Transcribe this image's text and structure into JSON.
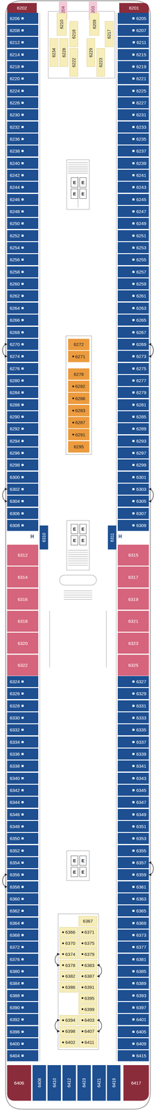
{
  "diagram": {
    "nodes": [
      {
        "text": [
          "6202"
        ]
      },
      {
        "text": [
          "6204"
        ]
      },
      {
        "text": [
          "6203"
        ]
      },
      {
        "text": [
          "6201"
        ]
      },
      {
        "text": [
          "6210"
        ]
      },
      {
        "text": [
          "6216"
        ]
      },
      {
        "text": [
          "6234"
        ]
      },
      {
        "text": [
          "6228"
        ]
      },
      {
        "text": [
          "6222"
        ]
      },
      {
        "text": [
          "6209"
        ]
      },
      {
        "text": [
          "6217"
        ]
      },
      {
        "text": [
          "6229"
        ]
      },
      {
        "text": [
          "6223"
        ]
      },
      {
        "text": [
          "6206"
        ]
      },
      {
        "text": [
          "6208"
        ]
      },
      {
        "text": [
          "6212"
        ]
      },
      {
        "text": [
          "6214"
        ]
      },
      {
        "text": [
          "6218"
        ]
      },
      {
        "text": [
          "6220"
        ]
      },
      {
        "text": [
          "6224"
        ]
      },
      {
        "text": [
          "6226"
        ]
      },
      {
        "text": [
          "6230"
        ]
      },
      {
        "text": [
          "6232"
        ]
      },
      {
        "text": [
          "6236"
        ]
      },
      {
        "text": [
          "6238"
        ]
      },
      {
        "text": [
          "6240"
        ]
      },
      {
        "text": [
          "6242"
        ]
      },
      {
        "text": [
          "6244"
        ]
      },
      {
        "text": [
          "6246"
        ]
      },
      {
        "text": [
          "6248"
        ]
      },
      {
        "text": [
          "6250"
        ]
      },
      {
        "text": [
          "6205"
        ]
      },
      {
        "text": [
          "6207"
        ]
      },
      {
        "text": [
          "6211"
        ]
      },
      {
        "text": [
          "6215"
        ]
      },
      {
        "text": [
          "6219"
        ]
      },
      {
        "text": [
          "6221"
        ]
      },
      {
        "text": [
          "6225"
        ]
      },
      {
        "text": [
          "6227"
        ]
      },
      {
        "text": [
          "6231"
        ]
      },
      {
        "text": [
          "6233"
        ]
      },
      {
        "text": [
          "6235"
        ]
      },
      {
        "text": [
          "6237"
        ]
      },
      {
        "text": [
          "6239"
        ]
      },
      {
        "text": [
          "6241"
        ]
      },
      {
        "text": [
          "6243"
        ]
      },
      {
        "text": [
          "6245"
        ]
      },
      {
        "text": [
          "6247"
        ]
      },
      {
        "text": [
          "6249"
        ]
      },
      {
        "text": [
          "E"
        ]
      },
      {
        "text": [
          "E"
        ]
      },
      {
        "text": [
          "E"
        ]
      },
      {
        "text": [
          "E"
        ]
      },
      {
        "text": [
          "6252"
        ]
      },
      {
        "text": [
          "6254"
        ]
      },
      {
        "text": [
          "6256"
        ]
      },
      {
        "text": [
          "6258"
        ]
      },
      {
        "text": [
          "6260"
        ]
      },
      {
        "text": [
          "6262"
        ]
      },
      {
        "text": [
          "6264"
        ]
      },
      {
        "text": [
          "6266"
        ]
      },
      {
        "text": [
          "6268"
        ]
      },
      {
        "text": [
          "6270"
        ]
      },
      {
        "text": [
          "6274"
        ]
      },
      {
        "text": [
          "6276"
        ]
      },
      {
        "text": [
          "6280"
        ]
      },
      {
        "text": [
          "6284"
        ]
      },
      {
        "text": [
          "6288"
        ]
      },
      {
        "text": [
          "6290"
        ]
      },
      {
        "text": [
          "6292"
        ]
      },
      {
        "text": [
          "6294"
        ]
      },
      {
        "text": [
          "6296"
        ]
      },
      {
        "text": [
          "6298"
        ]
      },
      {
        "text": [
          "6300"
        ]
      },
      {
        "text": [
          "6302"
        ]
      },
      {
        "text": [
          "6304"
        ]
      },
      {
        "text": [
          "6306"
        ]
      },
      {
        "text": [
          "6308"
        ]
      },
      {
        "text": [
          "6251"
        ]
      },
      {
        "text": [
          "6253"
        ]
      },
      {
        "text": [
          "6255"
        ]
      },
      {
        "text": [
          "6257"
        ]
      },
      {
        "text": [
          "6259"
        ]
      },
      {
        "text": [
          "6261"
        ]
      },
      {
        "text": [
          "6263"
        ]
      },
      {
        "text": [
          "6265"
        ]
      },
      {
        "text": [
          "6267"
        ]
      },
      {
        "text": [
          "6269"
        ]
      },
      {
        "text": [
          "6273"
        ]
      },
      {
        "text": [
          "6275"
        ]
      },
      {
        "text": [
          "6277"
        ]
      },
      {
        "text": [
          "6279"
        ]
      },
      {
        "text": [
          "6281"
        ]
      },
      {
        "text": [
          "6285"
        ]
      },
      {
        "text": [
          "6289"
        ]
      },
      {
        "text": [
          "6293"
        ]
      },
      {
        "text": [
          "6297"
        ]
      },
      {
        "text": [
          "6299"
        ]
      },
      {
        "text": [
          "6301"
        ]
      },
      {
        "text": [
          "6303"
        ]
      },
      {
        "text": [
          "6305"
        ]
      },
      {
        "text": [
          "6307"
        ]
      },
      {
        "text": [
          "6309"
        ]
      },
      {
        "text": [
          "6272"
        ]
      },
      {
        "text": [
          "6271"
        ]
      },
      {
        "text": [
          "6278"
        ]
      },
      {
        "text": [
          "6282"
        ]
      },
      {
        "text": [
          "6286"
        ]
      },
      {
        "text": [
          "6283"
        ]
      },
      {
        "text": [
          "6287"
        ]
      },
      {
        "text": [
          "6291"
        ]
      },
      {
        "text": [
          "6295"
        ]
      },
      {
        "text": [
          "6310"
        ]
      },
      {
        "text": [
          "6311"
        ]
      },
      {
        "text": [
          "E"
        ]
      },
      {
        "text": [
          "E"
        ]
      },
      {
        "text": [
          "E"
        ]
      },
      {
        "text": [
          "E"
        ]
      },
      {
        "text": [
          "6312"
        ]
      },
      {
        "text": [
          "6314"
        ]
      },
      {
        "text": [
          "6316"
        ]
      },
      {
        "text": [
          "6318"
        ]
      },
      {
        "text": [
          "6320"
        ]
      },
      {
        "text": [
          "6322"
        ]
      },
      {
        "text": [
          "6315"
        ]
      },
      {
        "text": [
          "6317"
        ]
      },
      {
        "text": [
          "6319"
        ]
      },
      {
        "text": [
          "6321"
        ]
      },
      {
        "text": [
          "6323"
        ]
      },
      {
        "text": [
          "6325"
        ]
      },
      {
        "text": [
          "6324"
        ]
      },
      {
        "text": [
          "6326"
        ]
      },
      {
        "text": [
          "6328"
        ]
      },
      {
        "text": [
          "6330"
        ]
      },
      {
        "text": [
          "6332"
        ]
      },
      {
        "text": [
          "6334"
        ]
      },
      {
        "text": [
          "6336"
        ]
      },
      {
        "text": [
          "6338"
        ]
      },
      {
        "text": [
          "6340"
        ]
      },
      {
        "text": [
          "6342"
        ]
      },
      {
        "text": [
          "6344"
        ]
      },
      {
        "text": [
          "6346"
        ]
      },
      {
        "text": [
          "6348"
        ]
      },
      {
        "text": [
          "6350"
        ]
      },
      {
        "text": [
          "6327"
        ]
      },
      {
        "text": [
          "6329"
        ]
      },
      {
        "text": [
          "6331"
        ]
      },
      {
        "text": [
          "6333"
        ]
      },
      {
        "text": [
          "6335"
        ]
      },
      {
        "text": [
          "6337"
        ]
      },
      {
        "text": [
          "6339"
        ]
      },
      {
        "text": [
          "6341"
        ]
      },
      {
        "text": [
          "6343"
        ]
      },
      {
        "text": [
          "6345"
        ]
      },
      {
        "text": [
          "6347"
        ]
      },
      {
        "text": [
          "6349"
        ]
      },
      {
        "text": [
          "6351"
        ]
      },
      {
        "text": [
          "6353"
        ]
      },
      {
        "text": [
          "E"
        ]
      },
      {
        "text": [
          "E"
        ]
      },
      {
        "text": [
          "E"
        ]
      },
      {
        "text": [
          "E"
        ]
      },
      {
        "text": [
          "6352"
        ]
      },
      {
        "text": [
          "6354"
        ]
      },
      {
        "text": [
          "6356"
        ]
      },
      {
        "text": [
          "6358"
        ]
      },
      {
        "text": [
          "6360"
        ]
      },
      {
        "text": [
          "6362"
        ]
      },
      {
        "text": [
          "6364"
        ]
      },
      {
        "text": [
          "6368"
        ]
      },
      {
        "text": [
          "6372"
        ]
      },
      {
        "text": [
          "6376"
        ]
      },
      {
        "text": [
          "6380"
        ]
      },
      {
        "text": [
          "6384"
        ]
      },
      {
        "text": [
          "6388"
        ]
      },
      {
        "text": [
          "6390"
        ]
      },
      {
        "text": [
          "6392"
        ]
      },
      {
        "text": [
          "6396"
        ]
      },
      {
        "text": [
          "6400"
        ]
      },
      {
        "text": [
          "6404"
        ]
      },
      {
        "text": [
          "6355"
        ]
      },
      {
        "text": [
          "6357"
        ]
      },
      {
        "text": [
          "6359"
        ]
      },
      {
        "text": [
          "6361"
        ]
      },
      {
        "text": [
          "6363"
        ]
      },
      {
        "text": [
          "6365"
        ]
      },
      {
        "text": [
          "6369"
        ]
      },
      {
        "text": [
          "6373"
        ]
      },
      {
        "text": [
          "6377"
        ]
      },
      {
        "text": [
          "6381"
        ]
      },
      {
        "text": [
          "6385"
        ]
      },
      {
        "text": [
          "6389"
        ]
      },
      {
        "text": [
          "6393"
        ]
      },
      {
        "text": [
          "6397"
        ]
      },
      {
        "text": [
          "6401"
        ]
      },
      {
        "text": [
          "6405"
        ]
      },
      {
        "text": [
          "6409"
        ]
      },
      {
        "text": [
          "6415"
        ]
      },
      {
        "text": [
          "6367"
        ]
      },
      {
        "text": [
          "6366"
        ]
      },
      {
        "text": [
          "6371"
        ]
      },
      {
        "text": [
          "6370"
        ]
      },
      {
        "text": [
          "6375"
        ]
      },
      {
        "text": [
          "6374"
        ]
      },
      {
        "text": [
          "6379"
        ]
      },
      {
        "text": [
          "6378"
        ]
      },
      {
        "text": [
          "6383"
        ]
      },
      {
        "text": [
          "6382"
        ]
      },
      {
        "text": [
          "6387"
        ]
      },
      {
        "text": [
          "6386"
        ]
      },
      {
        "text": [
          "6391"
        ]
      },
      {
        "text": [
          "6395"
        ]
      },
      {
        "text": [
          "6399"
        ]
      },
      {
        "text": [
          "6394"
        ]
      },
      {
        "text": [
          "6403"
        ]
      },
      {
        "text": [
          "6398"
        ]
      },
      {
        "text": [
          "6407"
        ]
      },
      {
        "text": [
          "6402"
        ]
      },
      {
        "text": [
          "6411"
        ]
      },
      {
        "text": [
          "6406"
        ]
      },
      {
        "text": [
          "6408"
        ]
      },
      {
        "text": [
          "6410"
        ]
      },
      {
        "text": [
          "6412"
        ]
      },
      {
        "text": [
          "6423"
        ]
      },
      {
        "text": [
          "6421"
        ]
      },
      {
        "text": [
          "6419"
        ]
      },
      {
        "text": [
          "6417"
        ]
      }
    ],
    "edges": [
      {
        "from": 62,
        "to": 63,
        "arrow": "both"
      },
      {
        "from": 87,
        "to": 88,
        "arrow": "both"
      },
      {
        "from": 74,
        "to": 75,
        "arrow": "both"
      },
      {
        "from": 99,
        "to": 100,
        "arrow": "both"
      },
      {
        "from": 164,
        "to": 165,
        "arrow": "both"
      },
      {
        "from": 181,
        "to": 182,
        "arrow": "both"
      },
      {
        "from": 203,
        "to": 205,
        "arrow": "both"
      },
      {
        "from": 206,
        "to": 208,
        "arrow": "both"
      },
      {
        "from": 213,
        "to": 215,
        "arrow": "both"
      },
      {
        "from": 214,
        "to": 216,
        "arrow": "both"
      }
    ],
    "labels": [
      "H",
      "H"
    ]
  }
}
